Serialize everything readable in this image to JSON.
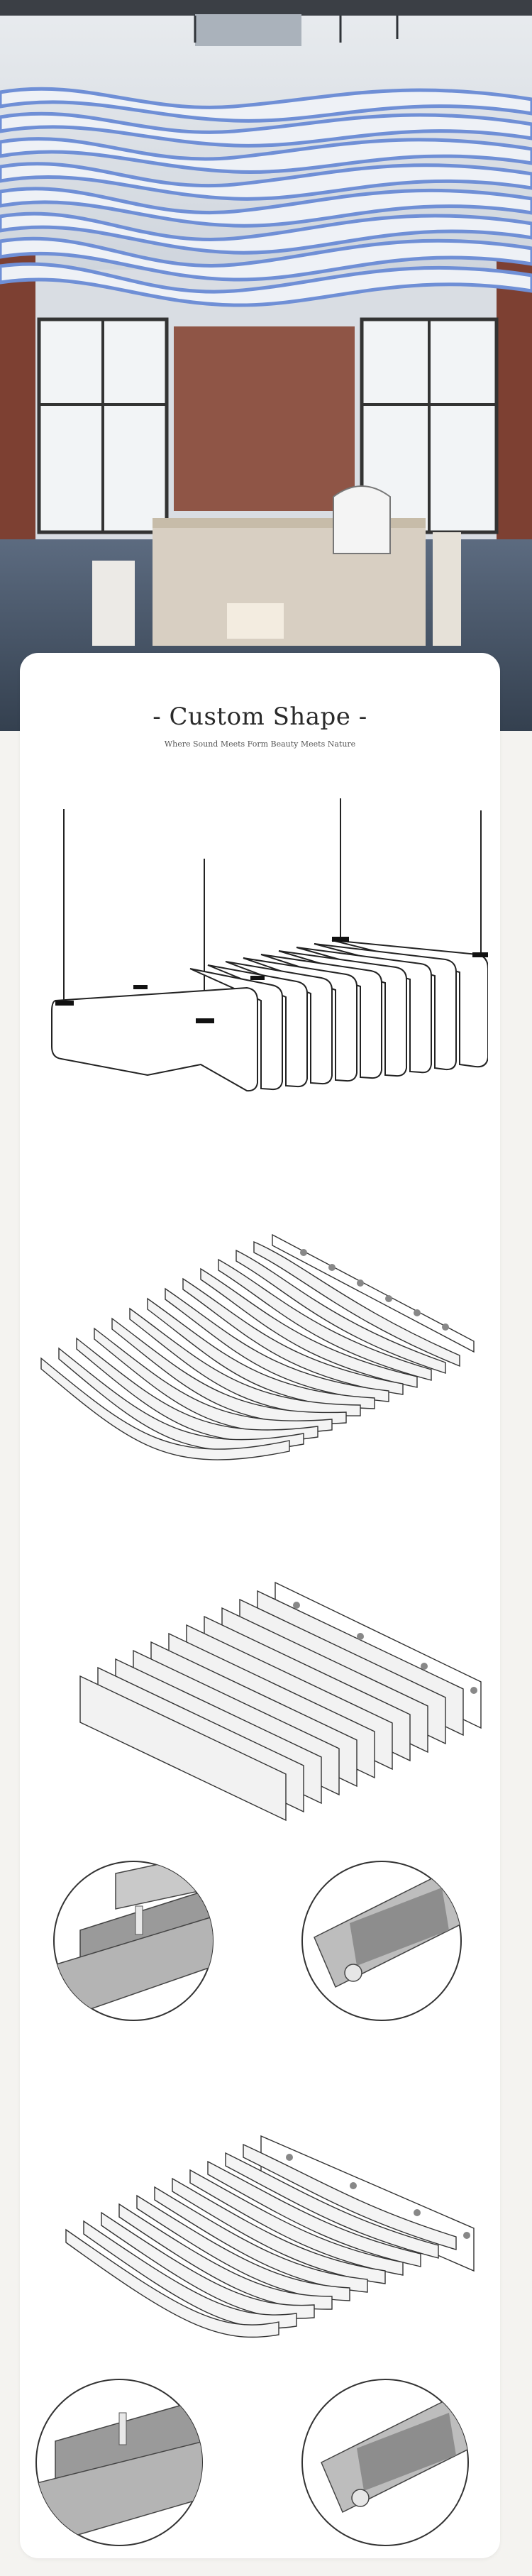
{
  "section": {
    "title": "- Custom Shape -",
    "subtitle": "Where Sound Meets Form  Beauty Meets Nature"
  },
  "colors": {
    "page_background": "#f4f3f0",
    "card_background": "#ffffff",
    "baffle_blue": "#6f8fd6",
    "baffle_light": "#eef1f6",
    "brick": "#8a4a3a",
    "line": "#222222",
    "panel_grey": "#d9d9d9",
    "felt_grey": "#9a9a9a"
  },
  "illustrations": [
    "hero-photo-wave-baffle-ceiling",
    "wave-baffle-suspended-drawing",
    "wave-baffle-stacked-drawing",
    "straight-baffle-stacked-drawing",
    "baffle-joint-detail-left",
    "baffle-channel-detail-right",
    "wave-baffle-profile-drawing",
    "baffle-joint-detail-left-2",
    "baffle-channel-detail-right-2"
  ]
}
